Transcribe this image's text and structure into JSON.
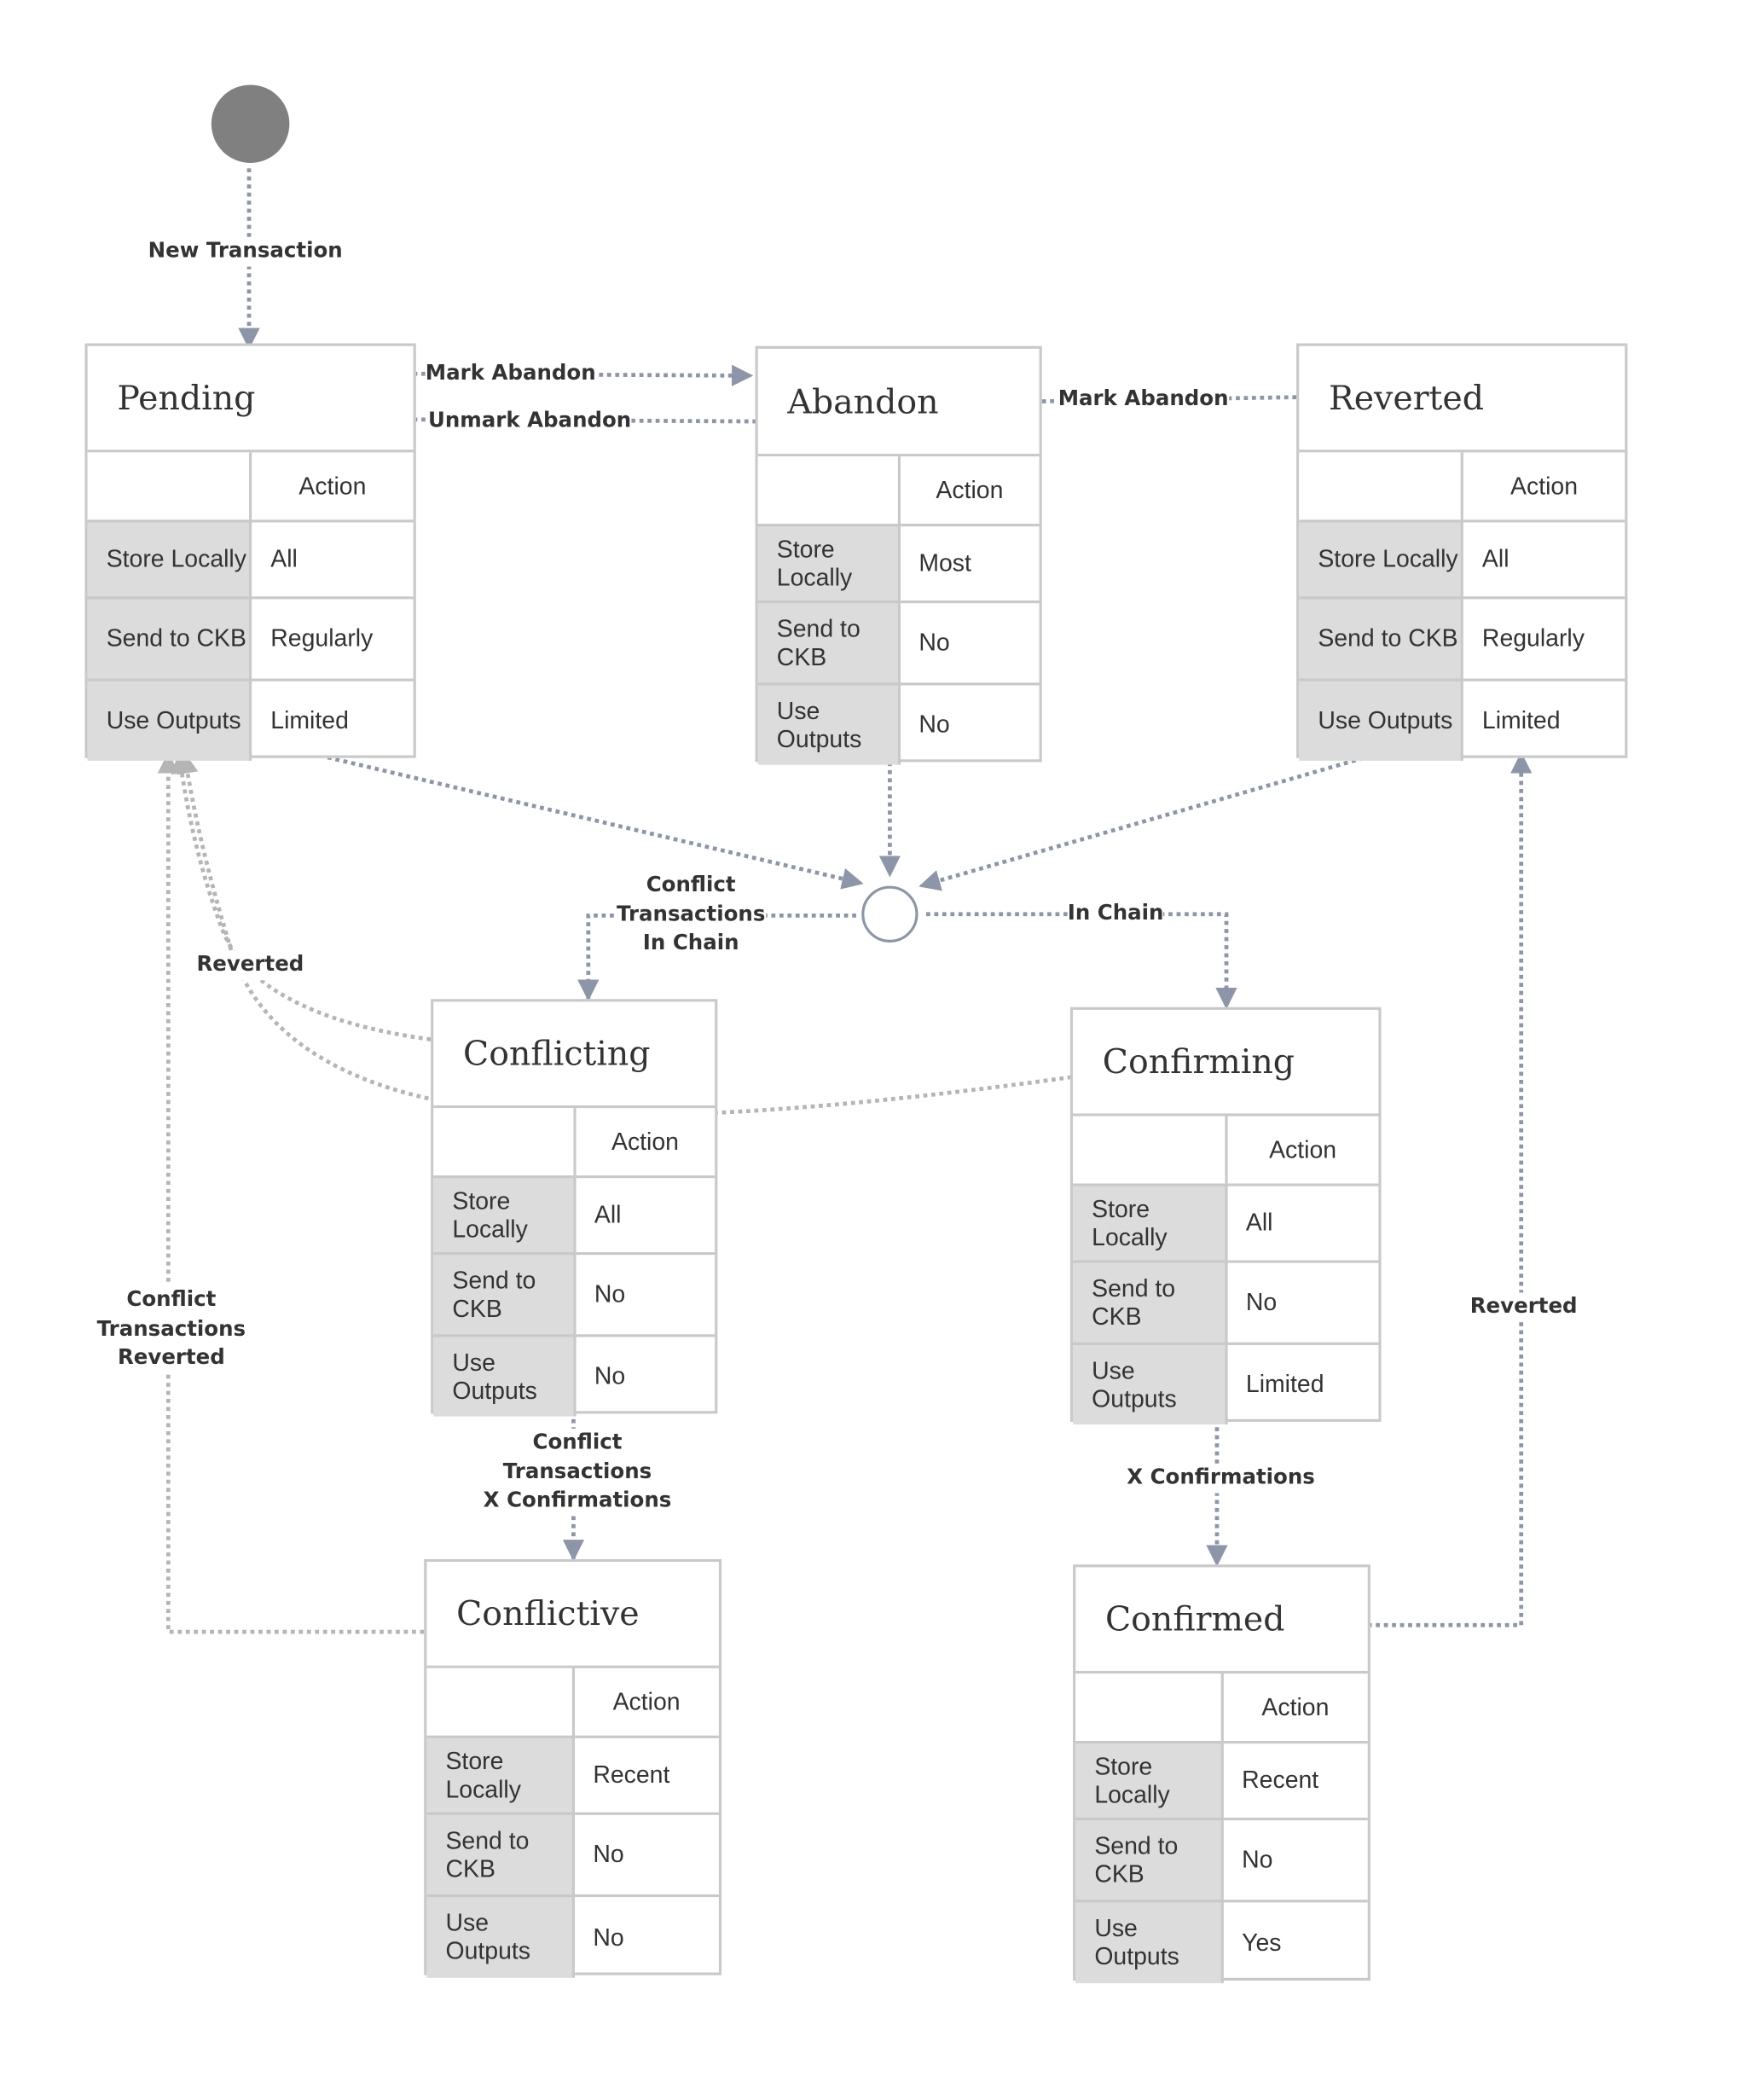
{
  "states": [
    {
      "id": "pending",
      "title": "Pending",
      "header": "Action",
      "rows": [
        {
          "label": "Store Locally",
          "value": "All"
        },
        {
          "label": "Send to CKB",
          "value": "Regularly"
        },
        {
          "label": "Use Outputs",
          "value": "Limited"
        }
      ]
    },
    {
      "id": "abandon",
      "title": "Abandon",
      "header": "Action",
      "rows": [
        {
          "label": "Store Locally",
          "value": "Most"
        },
        {
          "label": "Send to CKB",
          "value": "No"
        },
        {
          "label": "Use Outputs",
          "value": "No"
        }
      ]
    },
    {
      "id": "reverted",
      "title": "Reverted",
      "header": "Action",
      "rows": [
        {
          "label": "Store Locally",
          "value": "All"
        },
        {
          "label": "Send to CKB",
          "value": "Regularly"
        },
        {
          "label": "Use Outputs",
          "value": "Limited"
        }
      ]
    },
    {
      "id": "conflicting",
      "title": "Conflicting",
      "header": "Action",
      "rows": [
        {
          "label": "Store Locally",
          "value": "All"
        },
        {
          "label": "Send to CKB",
          "value": "No"
        },
        {
          "label": "Use Outputs",
          "value": "No"
        }
      ]
    },
    {
      "id": "confirming",
      "title": "Confirming",
      "header": "Action",
      "rows": [
        {
          "label": "Store Locally",
          "value": "All"
        },
        {
          "label": "Send to CKB",
          "value": "No"
        },
        {
          "label": "Use Outputs",
          "value": "Limited"
        }
      ]
    },
    {
      "id": "conflictive",
      "title": "Conflictive",
      "header": "Action",
      "rows": [
        {
          "label": "Store Locally",
          "value": "Recent"
        },
        {
          "label": "Send to CKB",
          "value": "No"
        },
        {
          "label": "Use Outputs",
          "value": "No"
        }
      ]
    },
    {
      "id": "confirmed",
      "title": "Confirmed",
      "header": "Action",
      "rows": [
        {
          "label": "Store Locally",
          "value": "Recent"
        },
        {
          "label": "Send to CKB",
          "value": "No"
        },
        {
          "label": "Use Outputs",
          "value": "Yes"
        }
      ]
    }
  ],
  "edge_labels": {
    "new_transaction": "New Transaction",
    "mark_abandon_pending": "Mark Abandon",
    "unmark_abandon": "Unmark Abandon",
    "mark_abandon_reverted": "Mark Abandon",
    "conflict_in_chain": "Conflict\nTransactions\nIn Chain",
    "in_chain": "In Chain",
    "reverted_conflicting": "Reverted",
    "conflict_reverted": "Conflict\nTransactions\nReverted",
    "conflict_x_confirmations": "Conflict\nTransactions\nX Confirmations",
    "x_confirmations": "X Confirmations",
    "reverted_confirmed": "Reverted"
  },
  "colors": {
    "edge": "#8c96a8",
    "edge_gray": "#b5b5b5",
    "initial_node": "#808080",
    "border": "#c9c9c9",
    "row_header": "#dcdcdc"
  }
}
